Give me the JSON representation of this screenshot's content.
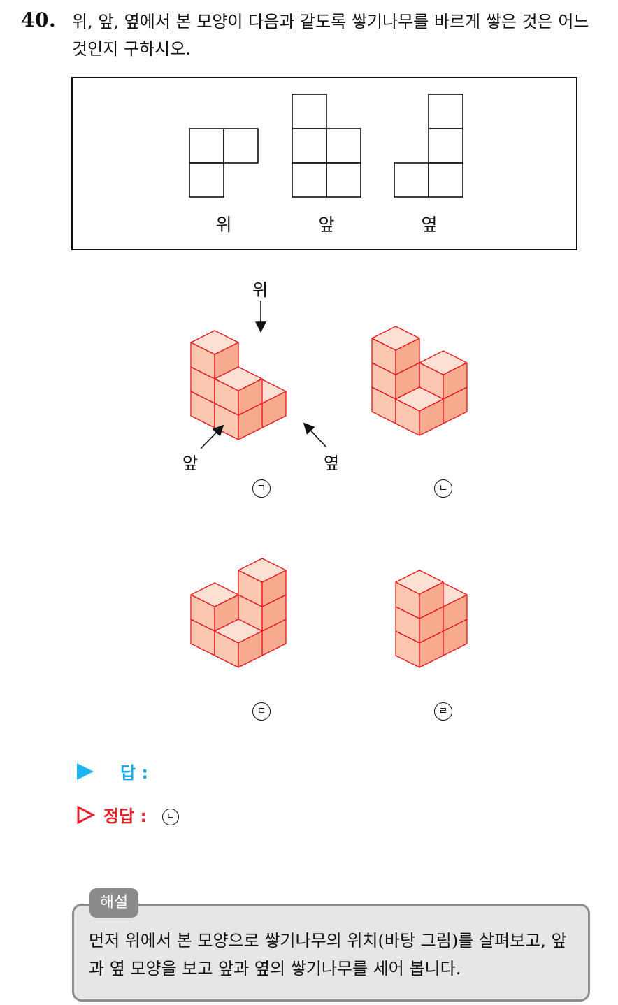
{
  "question": {
    "number": "40.",
    "text": "위, 앞, 옆에서 본 모양이 다음과 같도록 쌓기나무를 바르게 쌓은 것은 어느 것인지 구하시오."
  },
  "views": {
    "labels": [
      "위",
      "앞",
      "옆"
    ]
  },
  "options": {
    "direction_labels": {
      "top": "위",
      "front": "앞",
      "side": "옆"
    },
    "marks": [
      "ㄱ",
      "ㄴ",
      "ㄷ",
      "ㄹ"
    ]
  },
  "answer": {
    "label": "답 :",
    "value": ""
  },
  "correct": {
    "label": "정답 :",
    "value": "ㄴ"
  },
  "explanation": {
    "tab": "해설",
    "text": "먼저 위에서 본 모양으로 쌓기나무의 위치(바탕 그림)를 살펴보고, 앞과 옆 모양을 보고 앞과 옆의 쌓기나무를 세어 봅니다."
  },
  "colors": {
    "cube_top": "#fde0d4",
    "cube_left": "#fbc7b0",
    "cube_right": "#f6ab8e",
    "cube_edge": "#e8161c",
    "answer_blue": "#12a8ea",
    "answer_red": "#e8232e"
  }
}
